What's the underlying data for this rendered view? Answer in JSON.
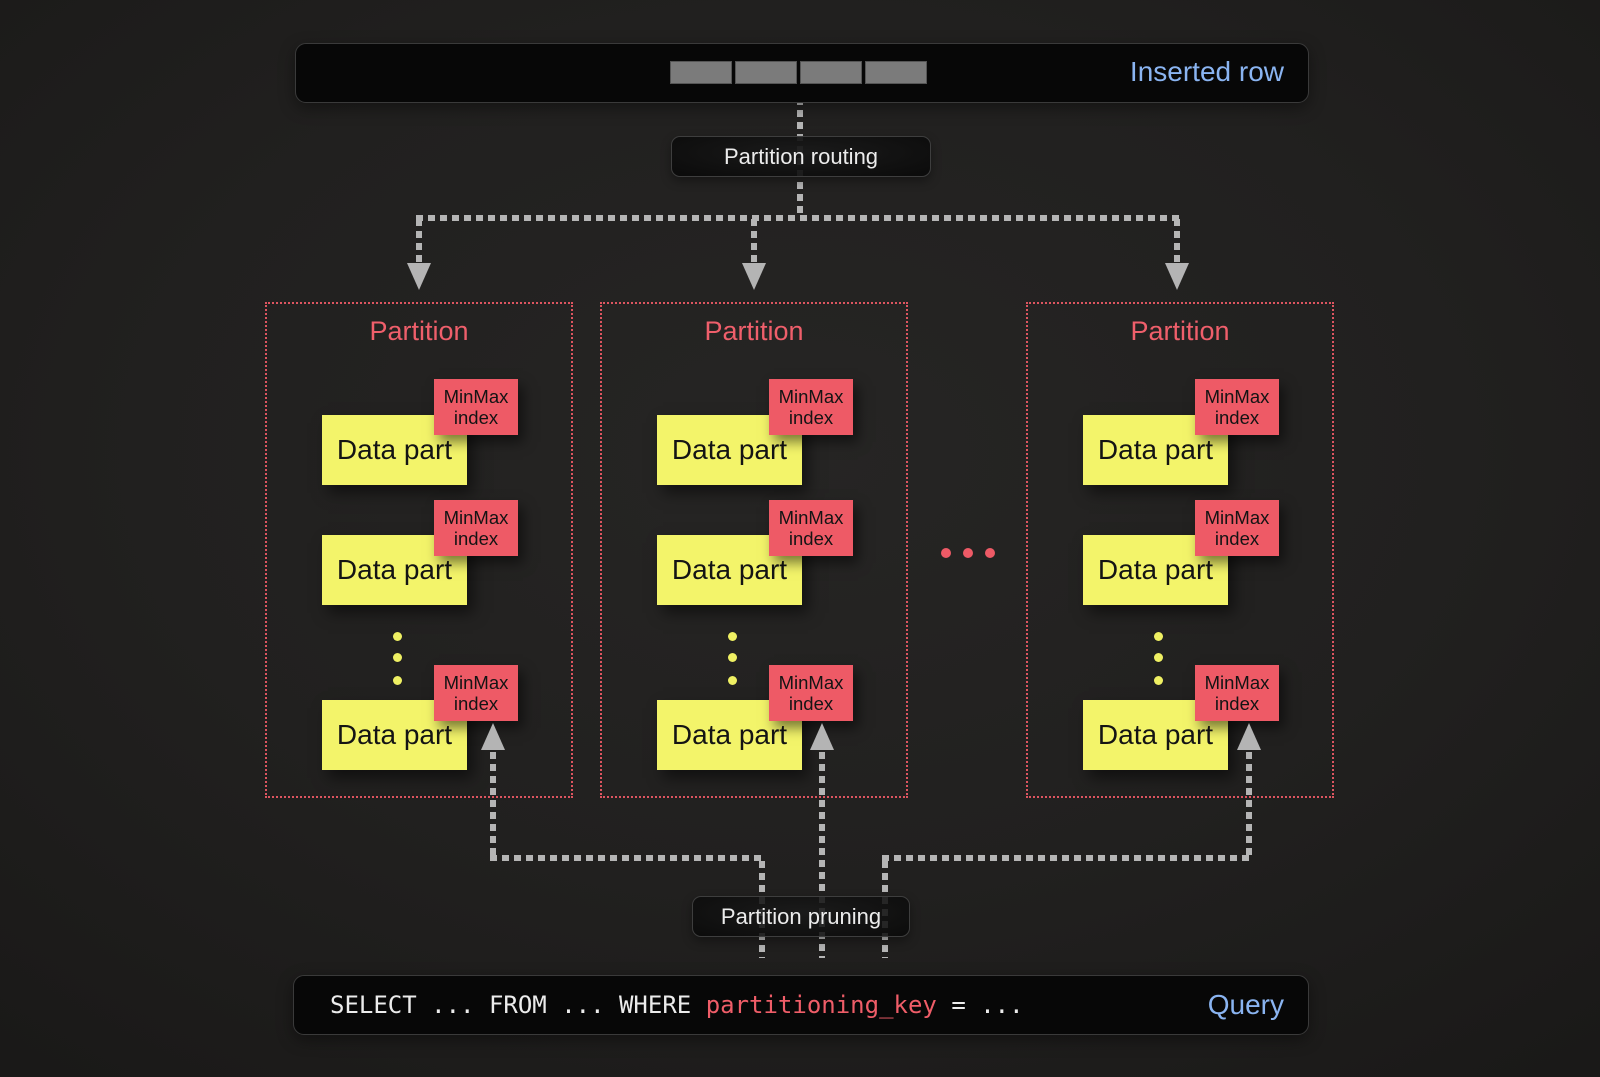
{
  "inserted_row": {
    "label": "Inserted row",
    "cell_count": 4
  },
  "flow": {
    "routing_label": "Partition routing",
    "pruning_label": "Partition pruning"
  },
  "partitions": [
    {
      "title": "Partition",
      "data_parts": [
        {
          "part_label": "Data part",
          "index_label": "MinMax index"
        },
        {
          "part_label": "Data part",
          "index_label": "MinMax index"
        },
        {
          "part_label": "Data part",
          "index_label": "MinMax index"
        }
      ]
    },
    {
      "title": "Partition",
      "data_parts": [
        {
          "part_label": "Data part",
          "index_label": "MinMax index"
        },
        {
          "part_label": "Data part",
          "index_label": "MinMax index"
        },
        {
          "part_label": "Data part",
          "index_label": "MinMax index"
        }
      ]
    },
    {
      "title": "Partition",
      "data_parts": [
        {
          "part_label": "Data part",
          "index_label": "MinMax index"
        },
        {
          "part_label": "Data part",
          "index_label": "MinMax index"
        },
        {
          "part_label": "Data part",
          "index_label": "MinMax index"
        }
      ]
    }
  ],
  "partition_ellipsis": "...",
  "query": {
    "select_clause": "SELECT ... FROM ... WHERE ",
    "key": "partitioning_key",
    "suffix": " = ...",
    "label": "Query"
  },
  "colors": {
    "accent_blue": "#8ab4f1",
    "coral": "#ee5a66",
    "yellow": "#f3f46a",
    "arrow_gray": "#b5b5b5",
    "box_bg": "#070707",
    "page_bg": "#21201f"
  }
}
